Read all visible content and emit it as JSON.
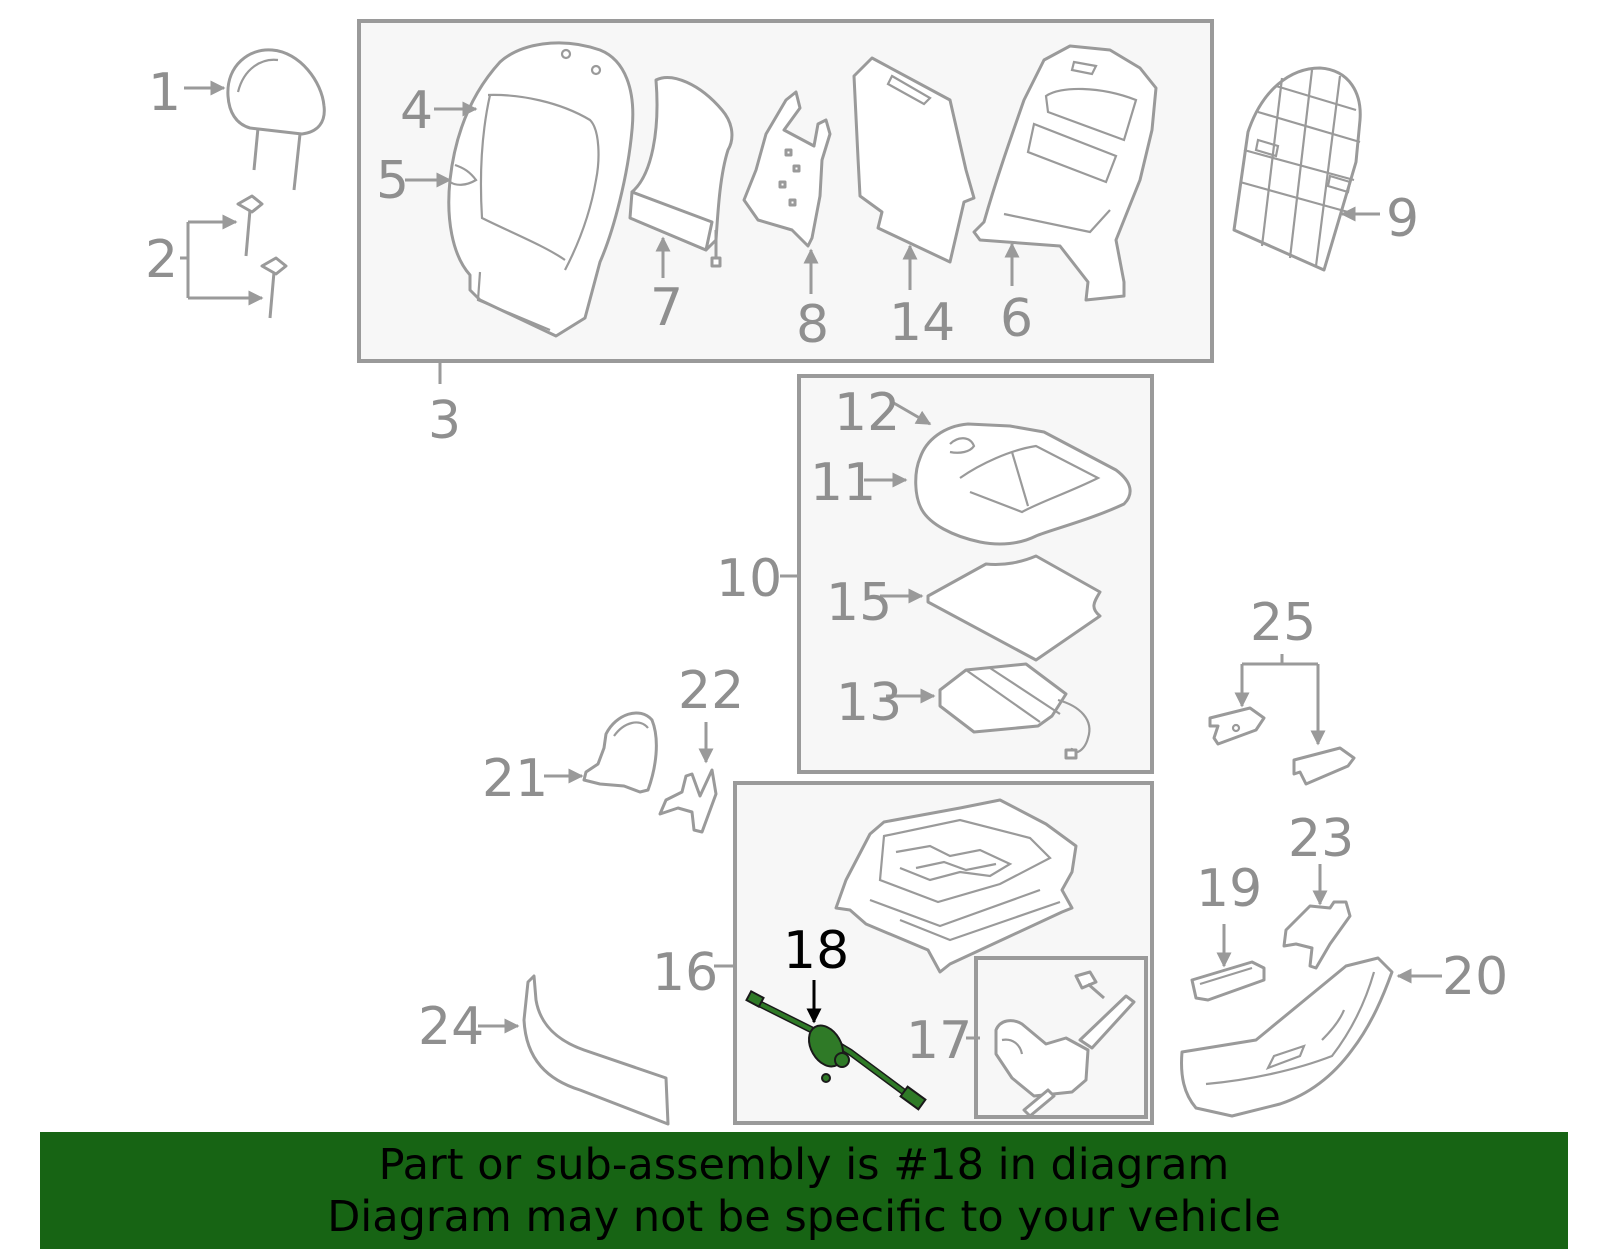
{
  "callouts": {
    "p1": "1",
    "p2": "2",
    "p3": "3",
    "p4": "4",
    "p5": "5",
    "p6": "6",
    "p7": "7",
    "p8": "8",
    "p9": "9",
    "p10": "10",
    "p11": "11",
    "p12": "12",
    "p13": "13",
    "p14": "14",
    "p15": "15",
    "p16": "16",
    "p17": "17",
    "p18": "18",
    "p19": "19",
    "p20": "20",
    "p21": "21",
    "p22": "22",
    "p23": "23",
    "p24": "24",
    "p25": "25"
  },
  "highlighted_part": "18",
  "colors": {
    "line_gray": "#9a9a9a",
    "label_gray": "#8f8f8f",
    "box_fill": "#f7f7f7",
    "highlight_part": "#2f7a27",
    "banner_green": "#176414",
    "banner_text": "#000000"
  },
  "banner": {
    "line1": "Part or sub-assembly is #18 in diagram",
    "line2": "Diagram may not be specific to your vehicle"
  }
}
